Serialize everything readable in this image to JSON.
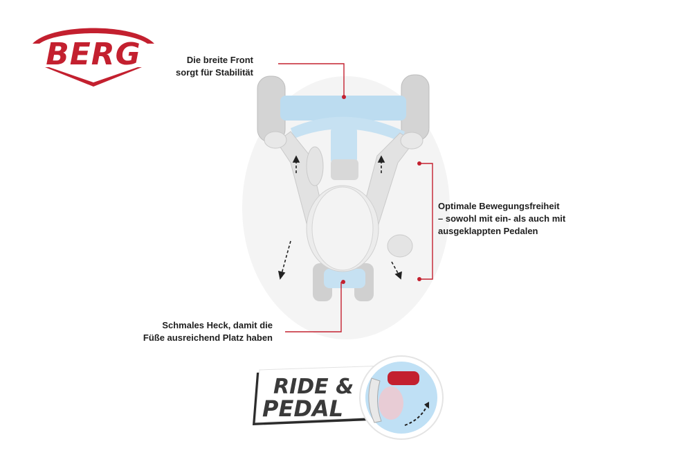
{
  "brand": {
    "logo_text": "BERG",
    "color": "#c3202f"
  },
  "callouts": {
    "front": {
      "line1": "Die breite Front",
      "line2": "sorgt für Stabilität"
    },
    "freedom": {
      "line1": "Optimale Bewegungsfreiheit",
      "line2": "– sowohl mit ein- als auch mit",
      "line3": "ausgeklappten Pedalen"
    },
    "rear": {
      "line1": "Schmales Heck, damit die",
      "line2": "Füße ausreichend Platz haben"
    }
  },
  "badge": {
    "line1": "RIDE &",
    "line2": "PEDAL"
  },
  "colors": {
    "accent": "#c3202f",
    "frame": "#b9d9ee",
    "text": "#1e1e1e",
    "tyre": "#cfcfcf"
  }
}
